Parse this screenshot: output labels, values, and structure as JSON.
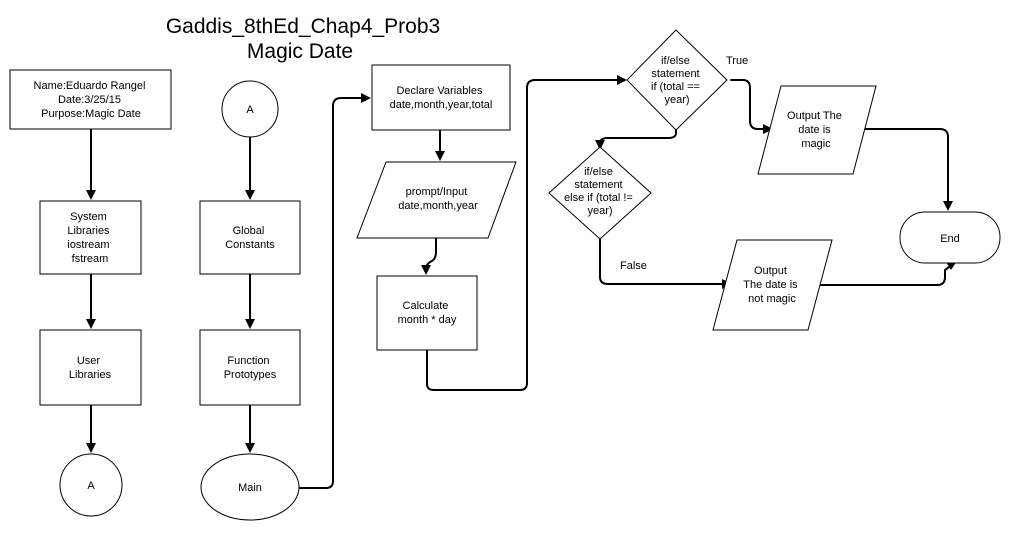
{
  "title": {
    "line1": "Gaddis_8thEd_Chap4_Prob3",
    "line2": "Magic Date"
  },
  "nodes": {
    "header_info": [
      "Name:Eduardo Rangel",
      "Date:3/25/15",
      "Purpose:Magic Date"
    ],
    "system_libraries": [
      "System",
      "Libraries",
      "iostream",
      "fstream"
    ],
    "user_libraries": [
      "User",
      "Libraries"
    ],
    "connector_a_bottom": [
      "A"
    ],
    "connector_a_top": [
      "A"
    ],
    "global_constants": [
      "Global",
      "Constants"
    ],
    "function_prototypes": [
      "Function",
      "Prototypes"
    ],
    "main": [
      "Main"
    ],
    "declare_variables": [
      "Declare Variables",
      "date,month,year,total"
    ],
    "prompt_input": [
      "prompt/Input",
      "date,month,year"
    ],
    "calculate": [
      "Calculate",
      "month * day"
    ],
    "if_decision": [
      "if/else",
      "statement",
      "if (total ==",
      "year)"
    ],
    "else_if_decision": [
      "if/else",
      "statement",
      "else if (total !=",
      "year)"
    ],
    "output_magic": [
      "Output The",
      "date is",
      "magic"
    ],
    "output_not_magic": [
      "Output",
      "The date is",
      "not magic"
    ],
    "end": [
      "End"
    ]
  },
  "edge_labels": {
    "true_label": "True",
    "false_label": "False"
  },
  "colors": {
    "line": "#000000",
    "fill": "#ffffff",
    "text": "#000000"
  }
}
